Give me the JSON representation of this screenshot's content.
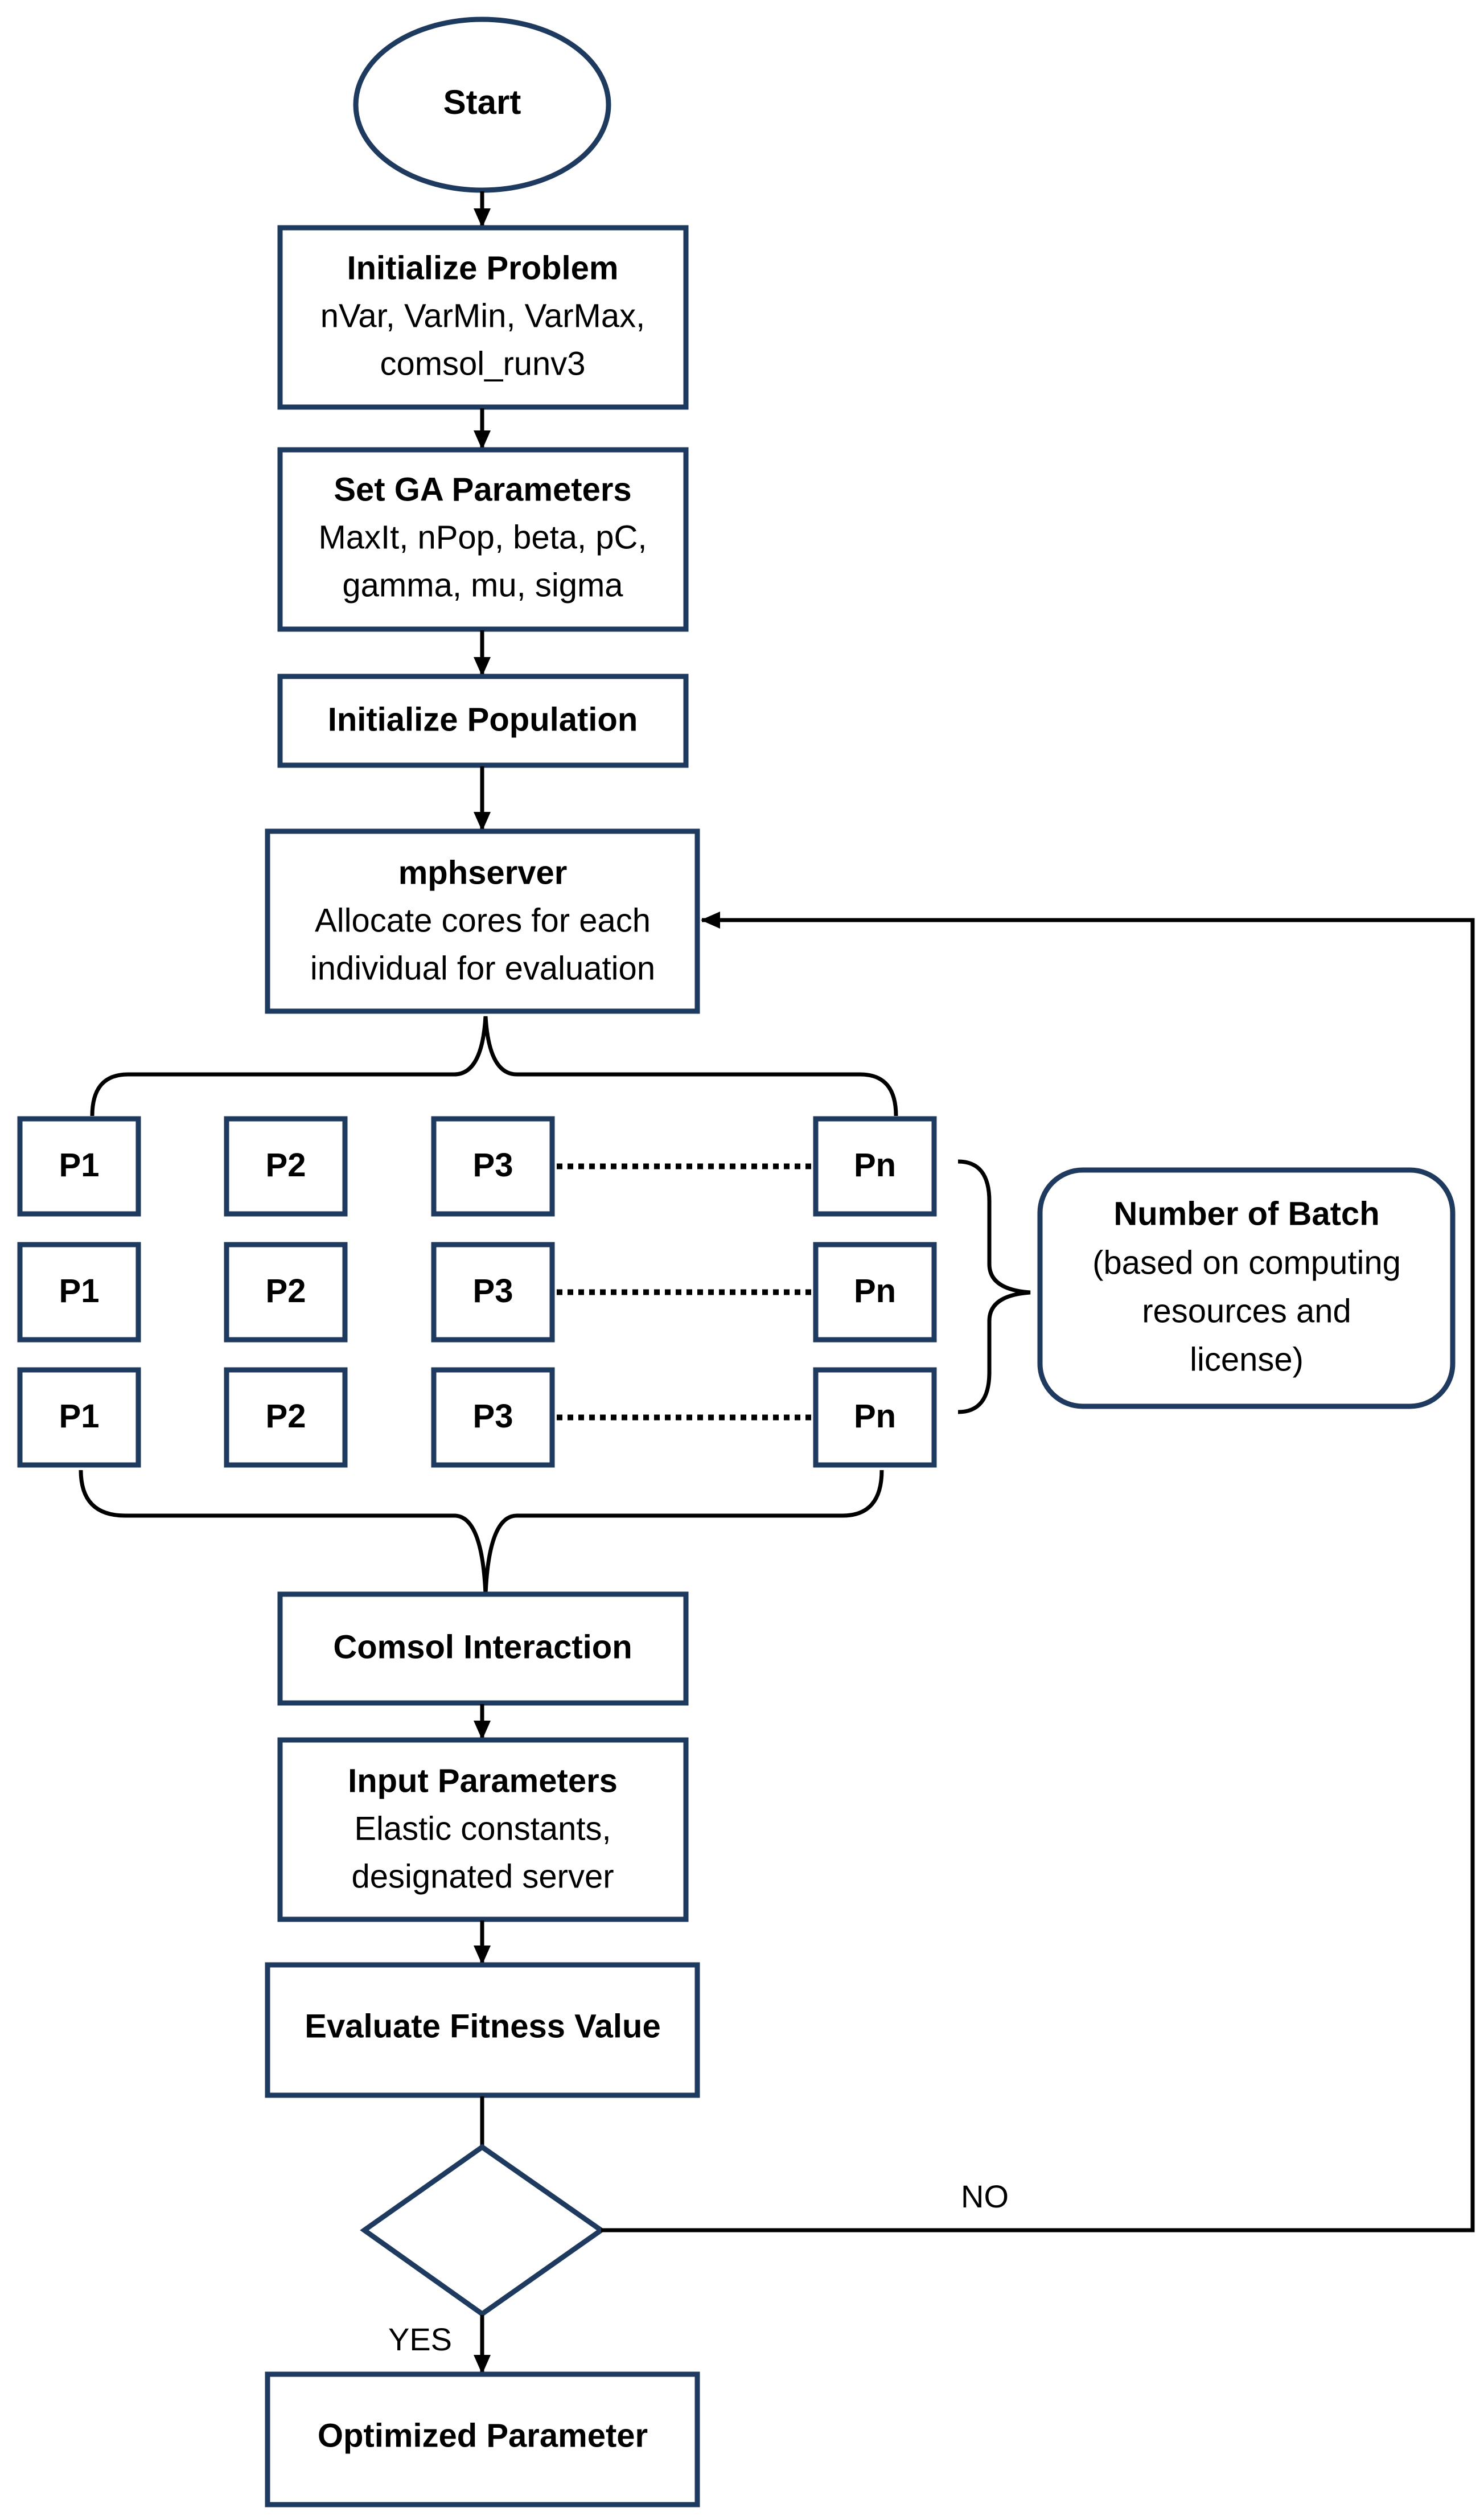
{
  "colors": {
    "stroke": "#1f3a5f",
    "line": "#000000",
    "text": "#000000",
    "background": "#ffffff"
  },
  "nodes": {
    "start": {
      "label": "Start"
    },
    "init_problem": {
      "title": "Initialize Problem",
      "line1": "nVar, VarMin, VarMax,",
      "line2": "comsol_runv3"
    },
    "set_ga": {
      "title": "Set GA Parameters",
      "line1": "MaxIt, nPop, beta, pC,",
      "line2": "gamma, mu, sigma"
    },
    "init_population": {
      "label": "Initialize Population"
    },
    "mphserver": {
      "title": "mphserver",
      "line1": "Allocate cores for each",
      "line2": "individual for evaluation"
    },
    "batch_rows": [
      {
        "cells": [
          "P1",
          "P2",
          "P3",
          "Pn"
        ]
      },
      {
        "cells": [
          "P1",
          "P2",
          "P3",
          "Pn"
        ]
      },
      {
        "cells": [
          "P1",
          "P2",
          "P3",
          "Pn"
        ]
      }
    ],
    "batch_note": {
      "title": "Number of Batch",
      "line1": "(based on computing",
      "line2": "resources and",
      "line3": "license)"
    },
    "comsol_interaction": {
      "label": "Comsol Interaction"
    },
    "input_parameters": {
      "title": "Input Parameters",
      "line1": "Elastic constants,",
      "line2": "designated server"
    },
    "evaluate_fitness": {
      "label": "Evaluate Fitness Value"
    },
    "optimized_parameter": {
      "label": "Optimized Parameter"
    }
  },
  "edges": {
    "no_label": "NO",
    "yes_label": "YES"
  }
}
